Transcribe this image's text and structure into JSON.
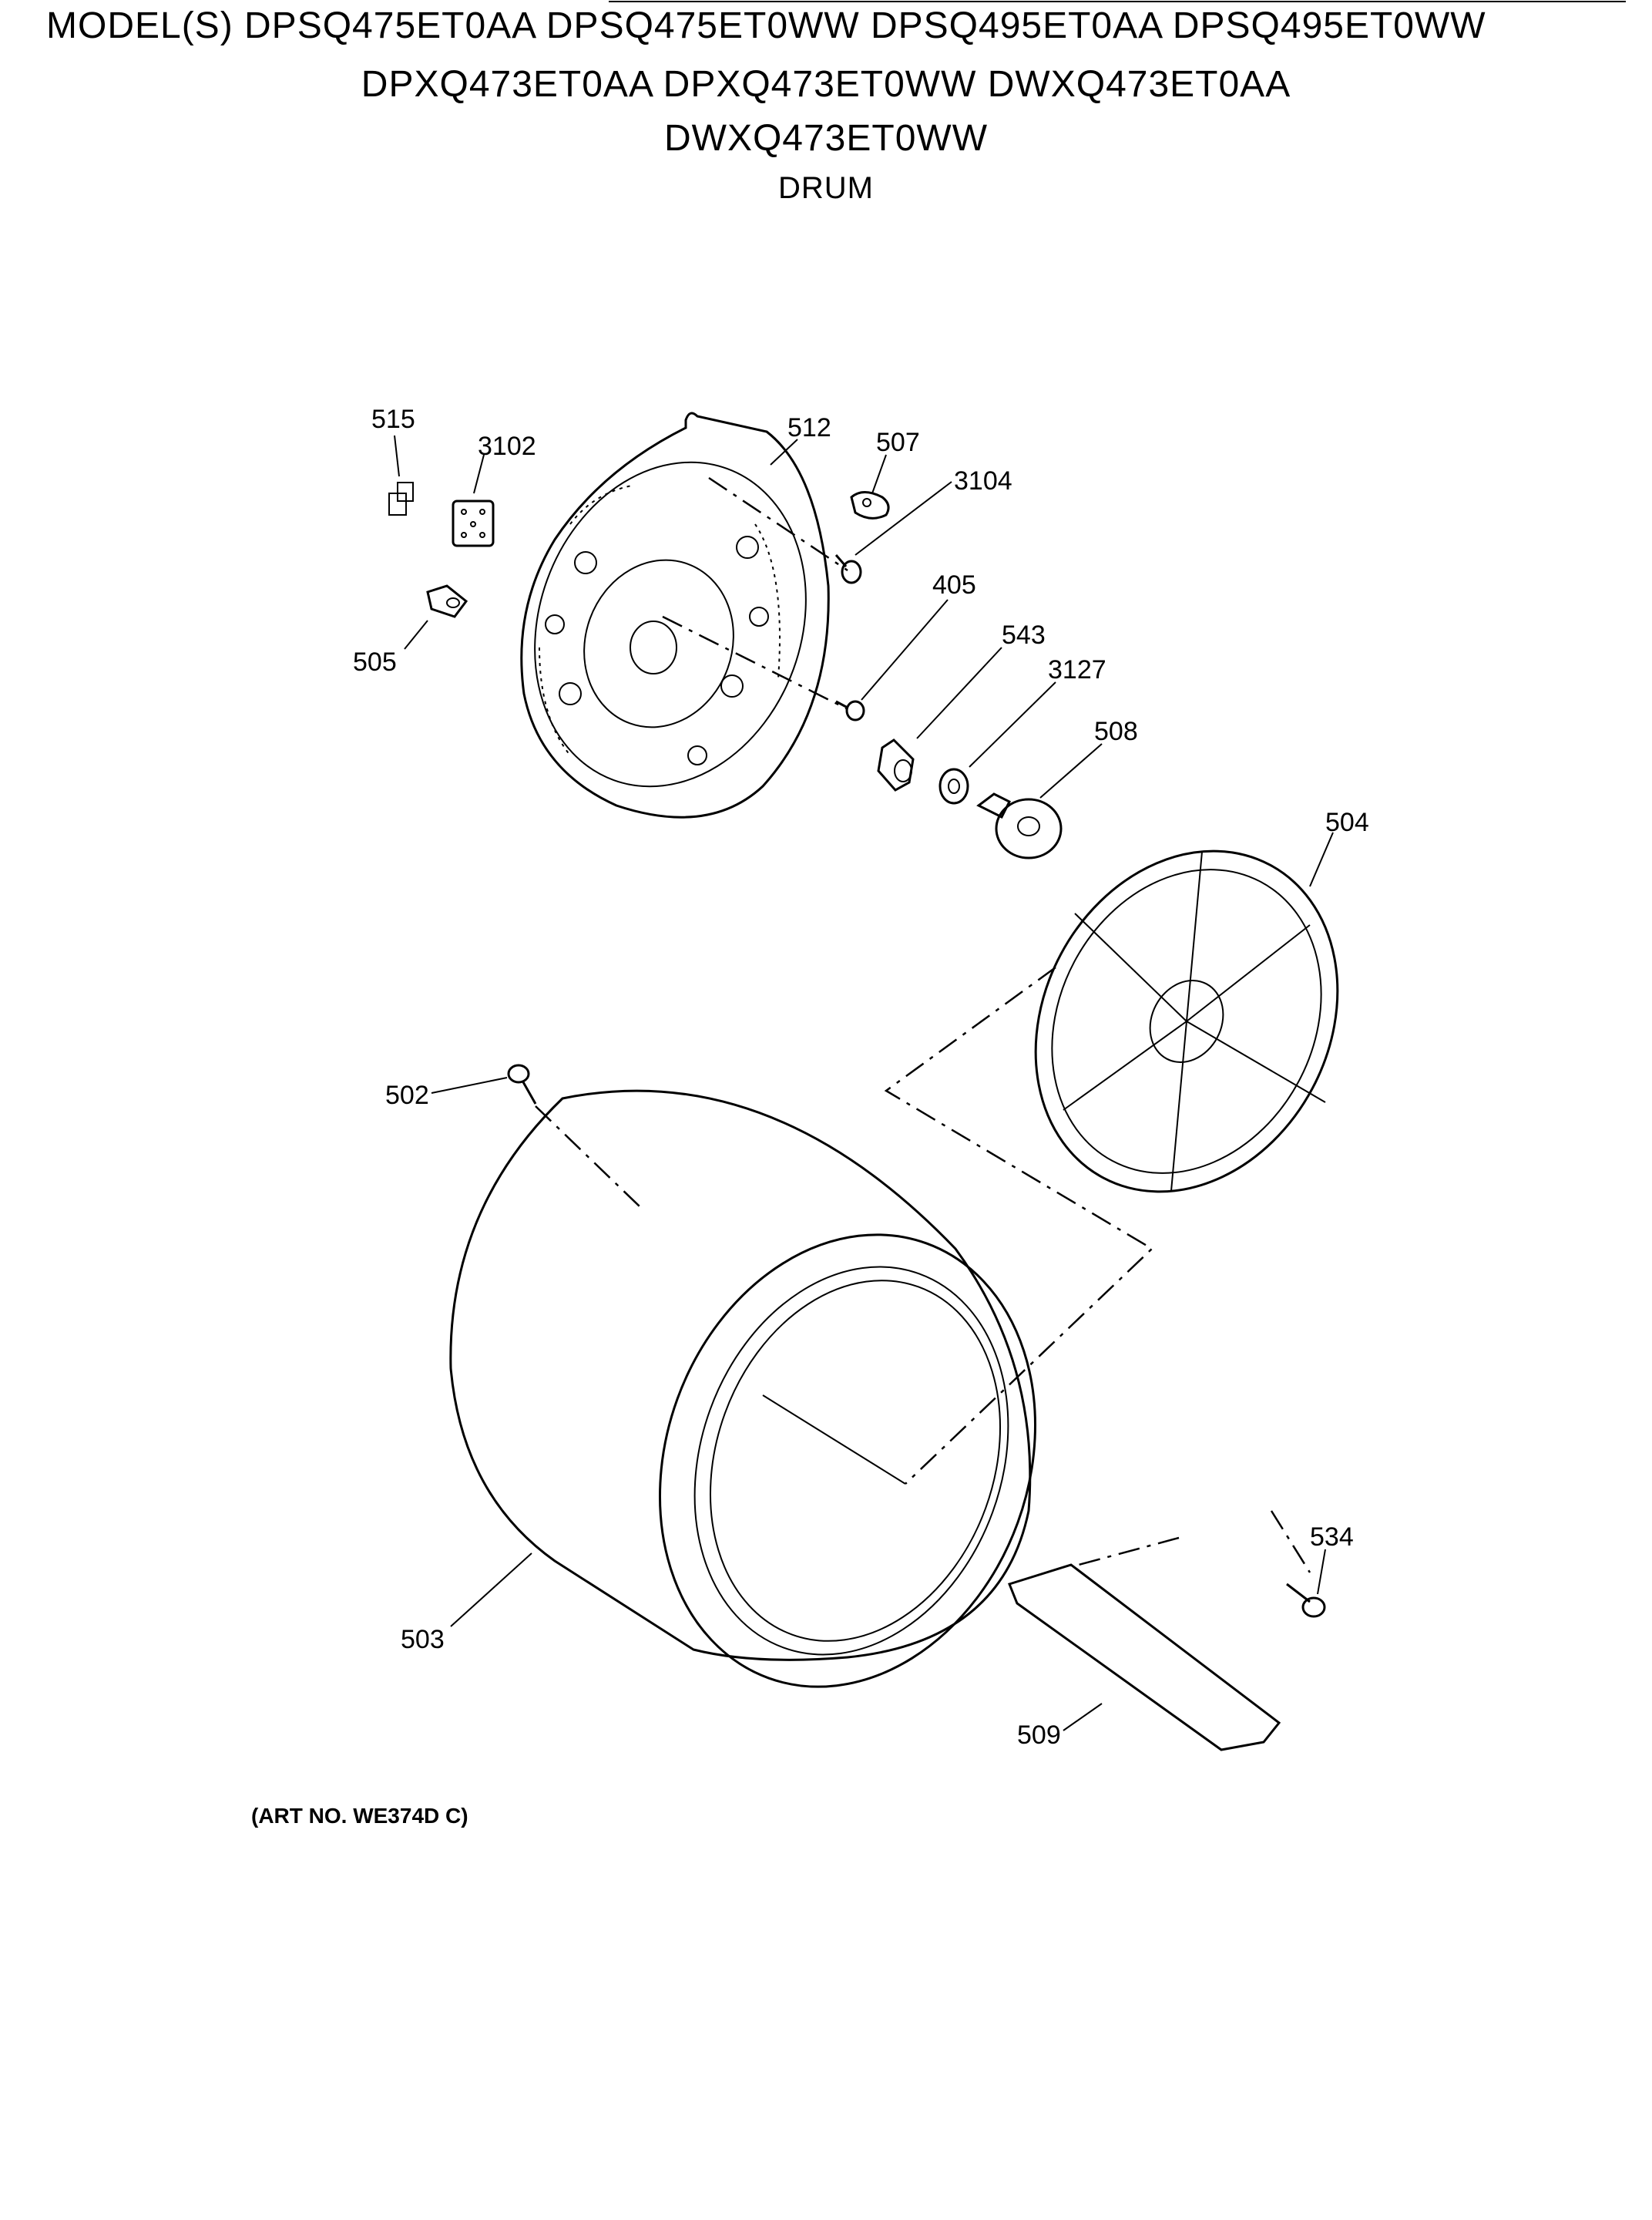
{
  "header": {
    "models_line_1": "MODEL(S) DPSQ475ET0AA DPSQ475ET0WW DPSQ495ET0AA DPSQ495ET0WW",
    "models_line_2": "DPXQ473ET0AA DPXQ473ET0WW DWXQ473ET0AA",
    "models_line_3": "DWXQ473ET0WW",
    "section": "DRUM"
  },
  "callouts": {
    "p515": "515",
    "p3102": "3102",
    "p512": "512",
    "p507": "507",
    "p3104": "3104",
    "p505": "505",
    "p405": "405",
    "p543": "543",
    "p3127": "3127",
    "p508": "508",
    "p504": "504",
    "p502": "502",
    "p534": "534",
    "p503": "503",
    "p509": "509"
  },
  "footer": {
    "art_no": "(ART NO. WE374D C)"
  }
}
